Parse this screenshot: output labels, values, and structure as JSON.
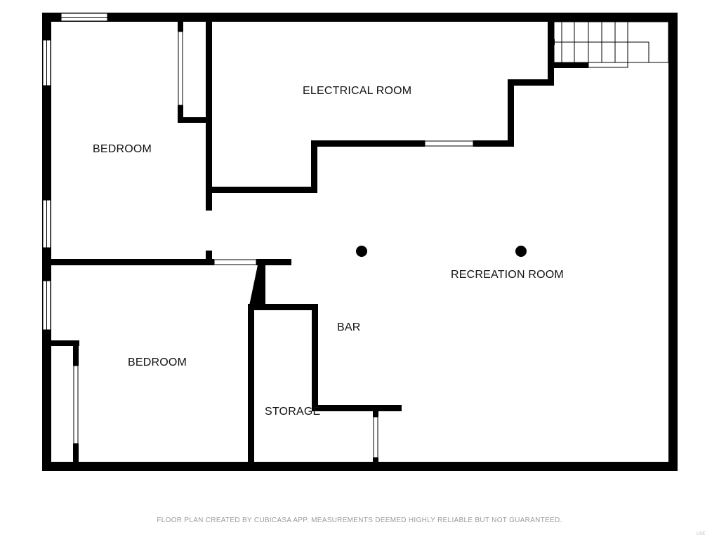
{
  "rooms": {
    "bedroom_1": "BEDROOM",
    "electrical_room": "ELECTRICAL ROOM",
    "recreation_room": "RECREATION ROOM",
    "bar": "BAR",
    "bedroom_2": "BEDROOM",
    "storage": "STORAGE"
  },
  "footer": {
    "note": "FLOOR PLAN CREATED BY CUBICASA APP. MEASUREMENTS DEEMED HIGHLY RELIABLE BUT NOT GUARANTEED.",
    "brand_mark": "UNE"
  },
  "colors": {
    "wall": "#000000",
    "background": "#ffffff",
    "footer_text": "#9a9a9a"
  }
}
